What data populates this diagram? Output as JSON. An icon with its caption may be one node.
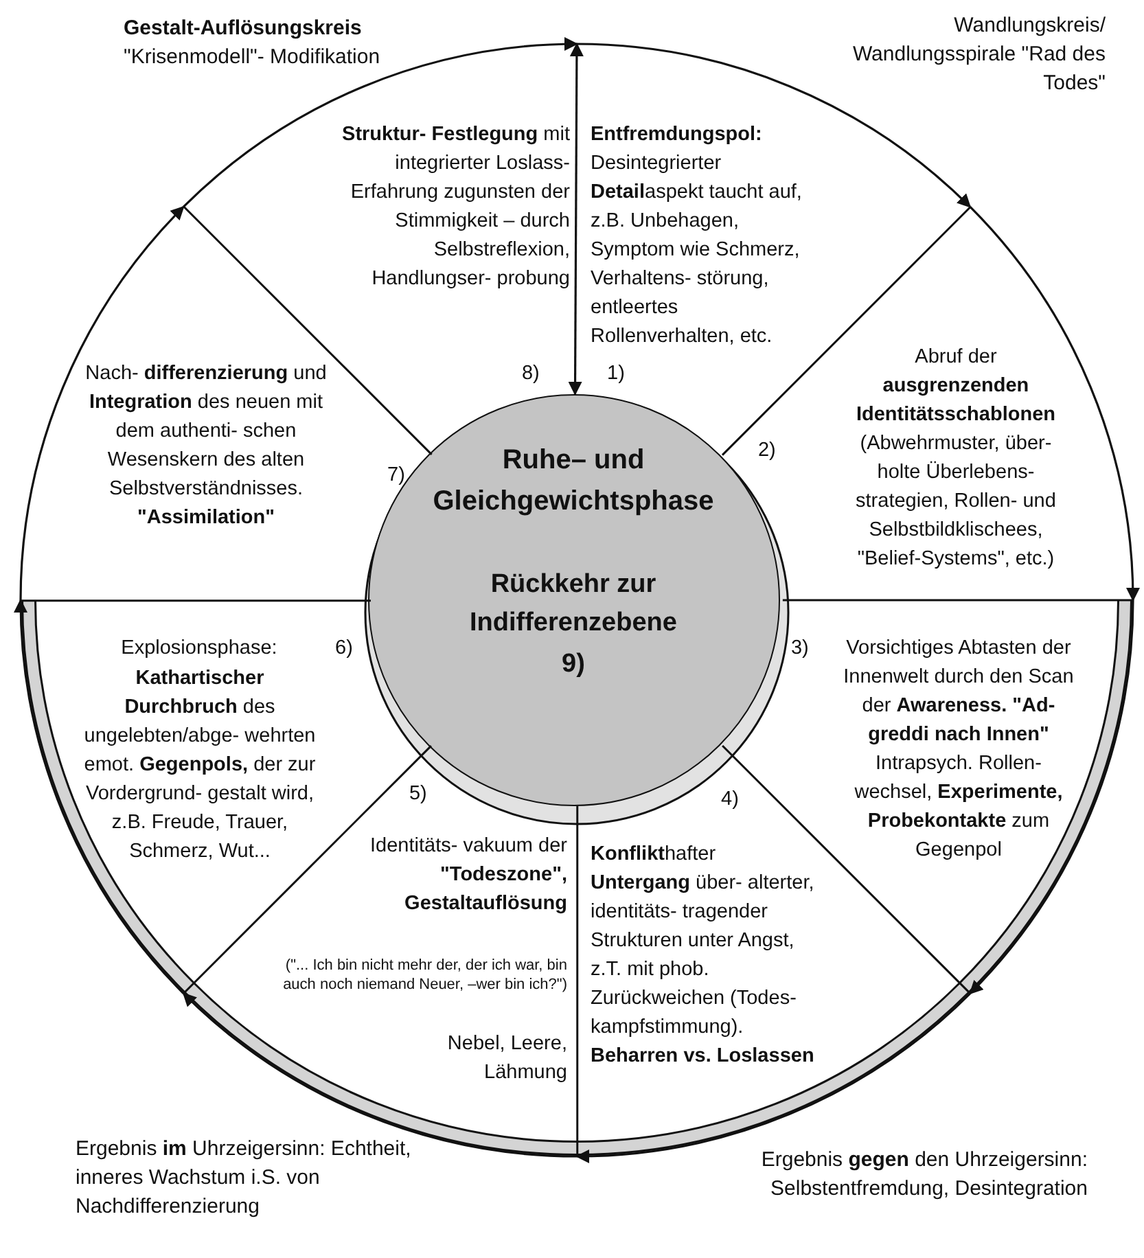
{
  "diagram": {
    "nodes": [
      {
        "text": [
          "Ruhe– und Gleichgewichtsphase",
          "Rückkehr zur Indifferenzebene",
          "9)"
        ]
      },
      {
        "text": [
          "**Entfremdungspol:** Desintegrierter **Detail**aspekt taucht auf, z.B. Unbehagen, Symptom wie Schmerz, Verhaltens- störung, entleertes Rollenverhalten, etc.",
          "1)"
        ]
      },
      {
        "text": [
          "2)",
          "Abruf der **ausgrenzenden Identitätsschablonen** (Abwehrmuster, über- holte Überlebens- strategien, Rollen- und Selbstbildklischees, \"Belief-Systems\", etc.)"
        ]
      },
      {
        "text": [
          "3)",
          "Vorsichtiges Abtasten der Innenwelt durch den Scan der **Awareness. \"Ad-greddi nach Innen\"** Intrapsych. Rollen- wechsel, **Experimente, Probekontakte** zum Gegenpol"
        ]
      },
      {
        "text": [
          "4)",
          "**Konflikt**hafter **Untergang** über- alterter, identitäts- tragender Strukturen unter Angst, z.T. mit phob. Zurückweichen (Todes- kampfstimmung). **Beharren vs. Loslassen**"
        ]
      },
      {
        "text": [
          "5)",
          "Identitäts- vakuum der **\"Todeszone\", Gestaltauflösung**",
          "(\"... Ich bin nicht mehr der, der ich war, bin auch noch niemand Neuer, –wer bin ich?\")",
          "Nebel, Leere, Lähmung"
        ]
      },
      {
        "text": [
          "Explosionsphase:",
          "6)",
          "**Kathartischer Durchbruch** des ungelebten/abge- wehrten emot. **Gegenpols,** der zur Vordergrund- gestalt wird, z.B. Freude, Trauer, Schmerz, Wut..."
        ]
      },
      {
        "text": [
          "Nach- **differenzierung** und **Integration** des neuen mit dem authenti- schen Wesenskern des alten Selbstverständnisses. **\"Assimilation\"**",
          "7)"
        ]
      },
      {
        "text": [
          "**Struktur- Festlegung** mit integrierter Loslass- Erfahrung zugunsten der Stimmigkeit – durch Selbstreflexion, Handlungser- probung",
          "8)"
        ]
      }
    ],
    "edges": [
      {
        "from": 1,
        "to": 2,
        "arrow": "to"
      },
      {
        "from": 2,
        "to": 3,
        "arrow": "to"
      },
      {
        "from": 3,
        "to": 4,
        "arrow": "to"
      },
      {
        "from": 4,
        "to": 5,
        "arrow": "to"
      },
      {
        "from": 5,
        "to": 6,
        "arrow": "to"
      },
      {
        "from": 6,
        "to": 7,
        "arrow": "to"
      },
      {
        "from": 7,
        "to": 8,
        "arrow": "to"
      },
      {
        "from": 8,
        "to": 1,
        "arrow": "to"
      },
      {
        "from": null,
        "to": 0,
        "arrow": "both"
      }
    ],
    "labels": [
      "**Gestalt-Auflösungskreis** \"Krisenmodell\"- Modifikation",
      "Wandlungskreis/ Wandlungsspirale \"Rad des Todes\"",
      "Ergebnis **im** Uhrzeigersinn: Echtheit, inneres Wachstum i.S. von Nachdifferenzierung",
      "Ergebnis **gegen** den Uhrzeigersinn: Selbstentfremdung, Desintegration"
    ]
  }
}
